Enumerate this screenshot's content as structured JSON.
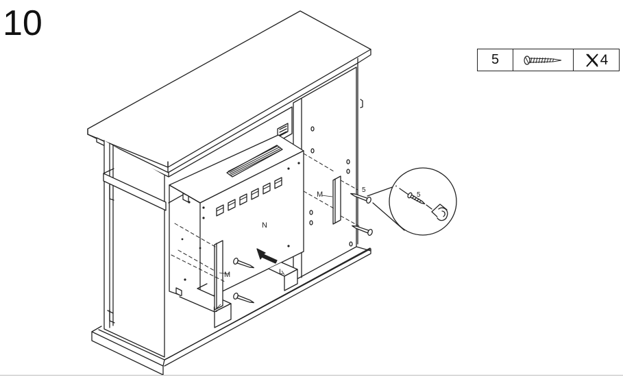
{
  "step": {
    "number": "10"
  },
  "parts": {
    "id": "5",
    "icon": "screw-icon",
    "quantity_mark": "4",
    "quantity_icon": "times-icon"
  },
  "labels": {
    "heater": "N",
    "bracket_left": "M",
    "bracket_right": "M",
    "block_left": "L",
    "block_right": "L",
    "screw_callout": "5",
    "detail_screw": "5"
  }
}
